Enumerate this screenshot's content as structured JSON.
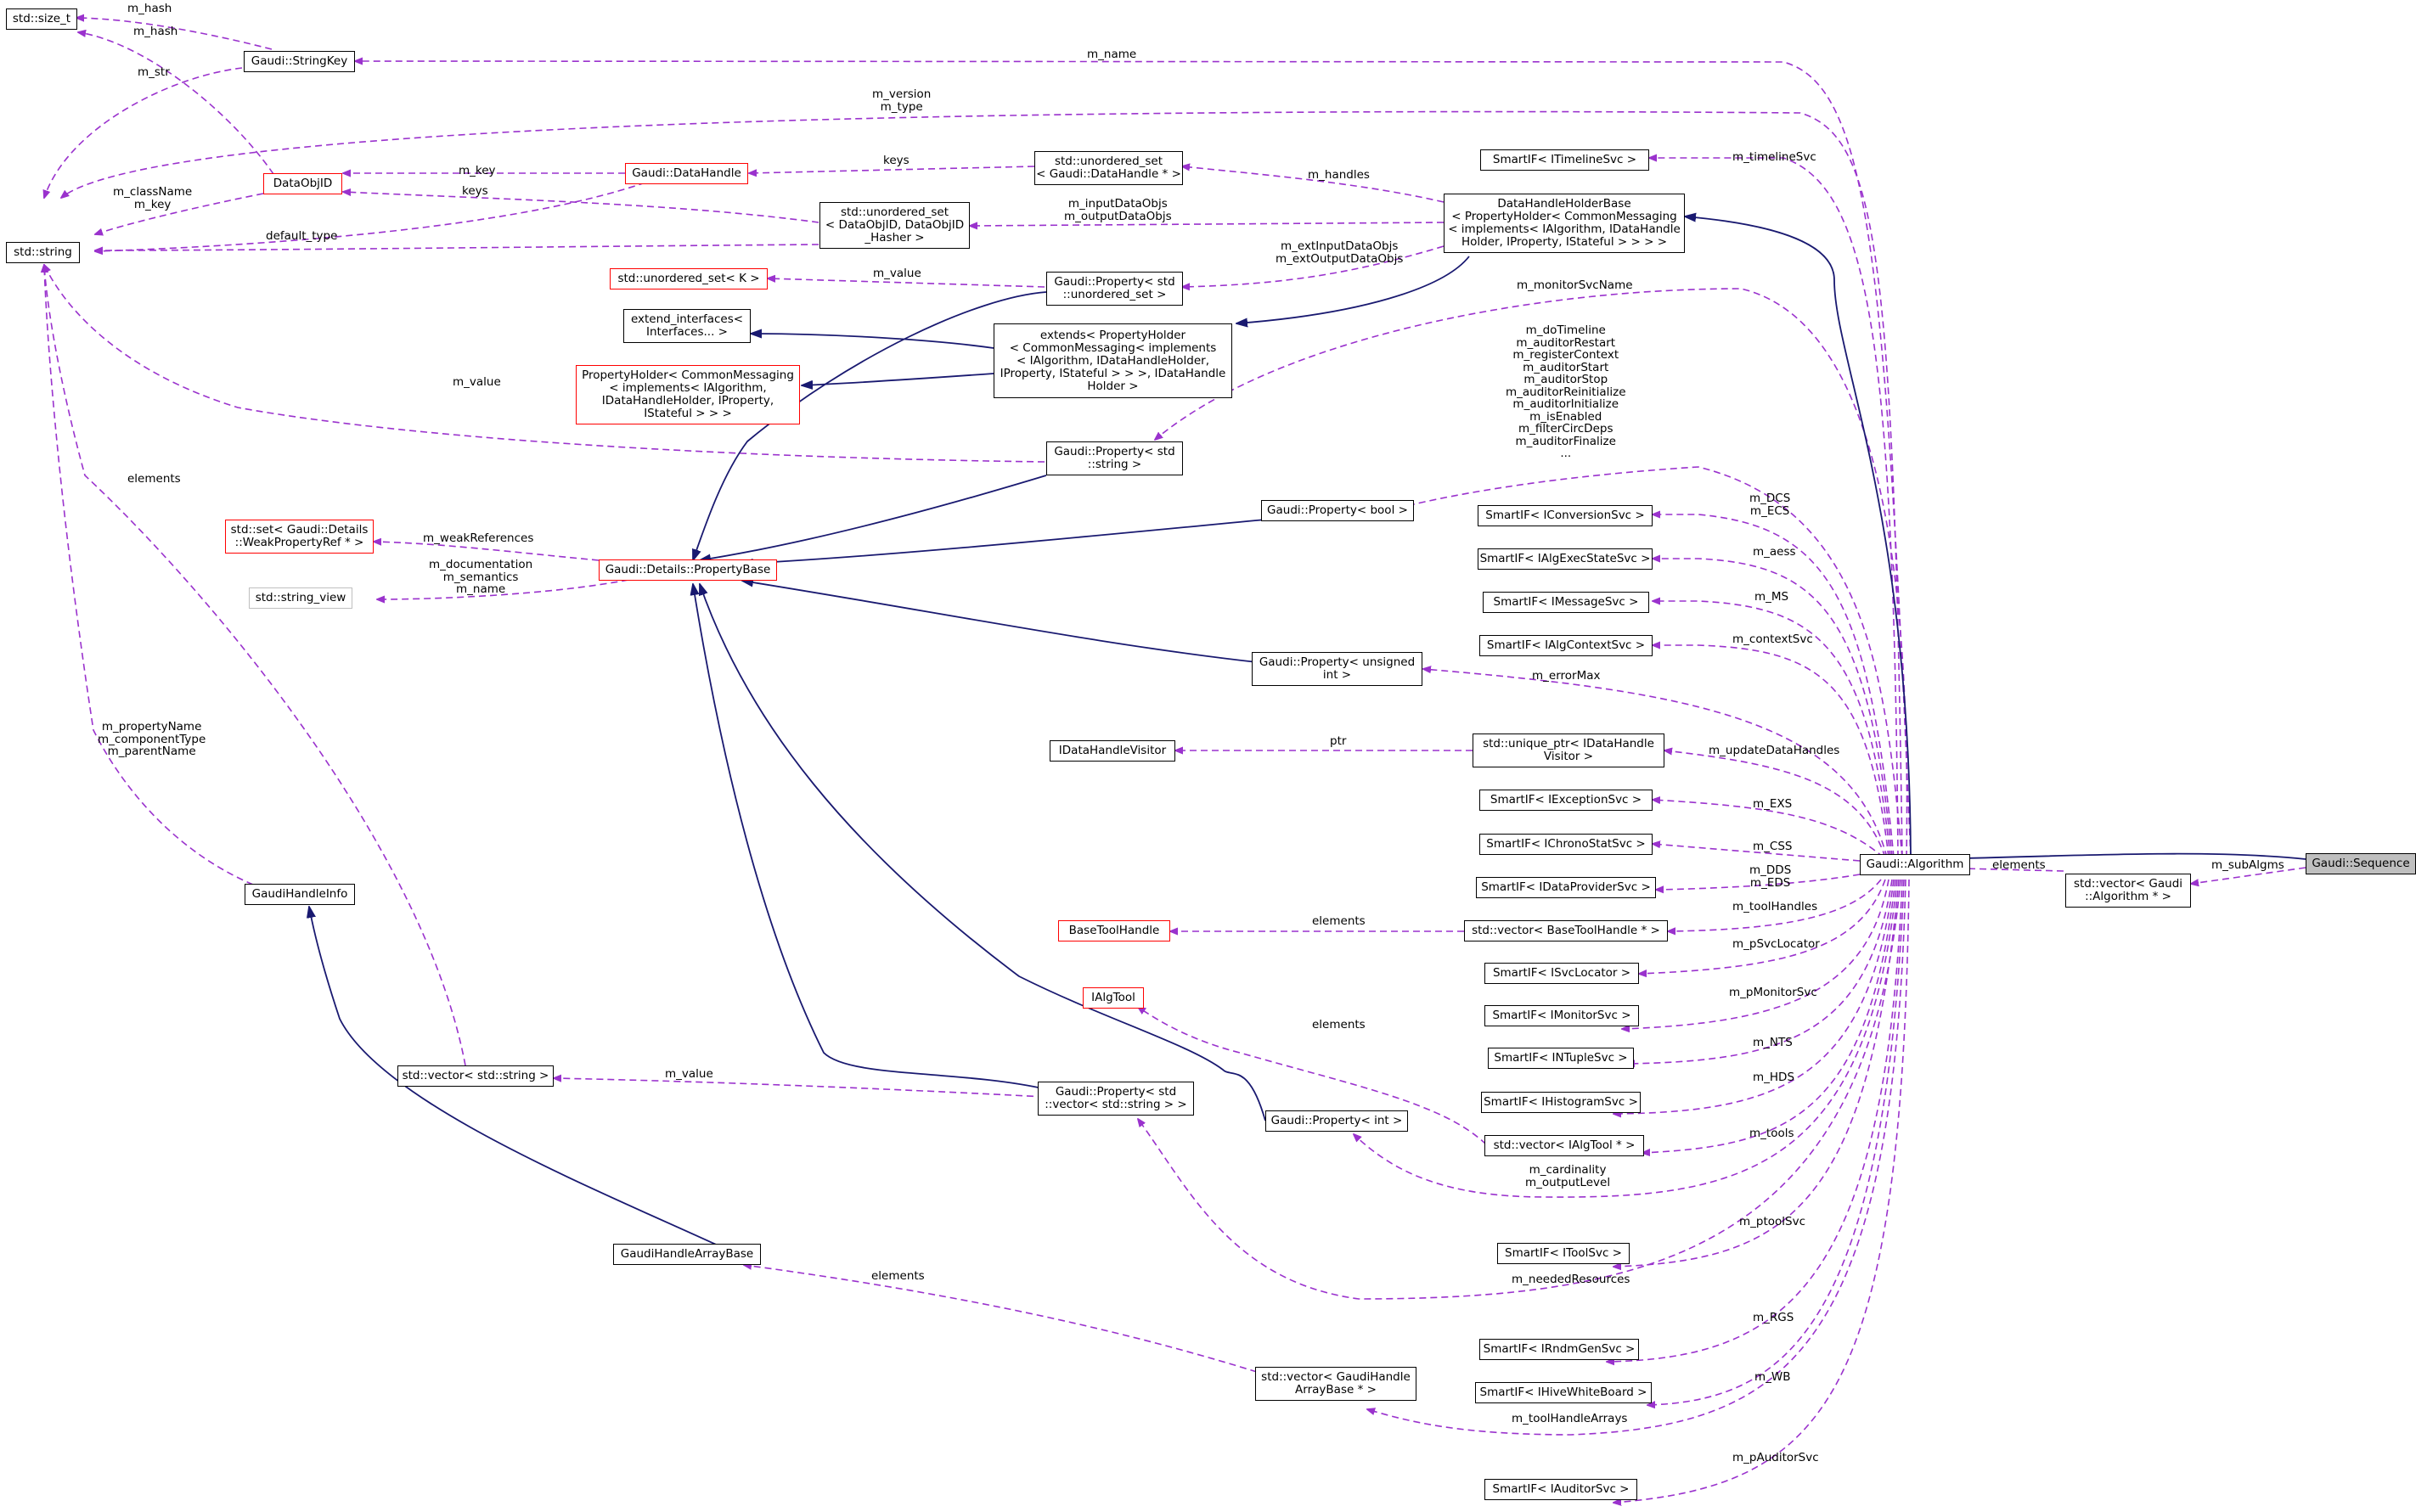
{
  "colors": {
    "inheritance_edge": "#191970",
    "usage_edge": "#9a32cd",
    "incomplete_border": "#ff0000",
    "highlight_fill": "#bfbfbf"
  },
  "nodes": {
    "size_t": "std::size_t",
    "stringkey": "Gaudi::StringKey",
    "string": "std::string",
    "dataobjid": "DataObjID",
    "datahandle": "Gaudi::DataHandle",
    "uset_dh": "std::unordered_set\n< Gaudi::DataHandle * >",
    "uset_id": "std::unordered_set\n< DataObjID, DataObjID\n_Hasher >",
    "smart_timeline": "SmartIF< ITimelineSvc >",
    "dhhb": "DataHandleHolderBase\n< PropertyHolder< CommonMessaging\n< implements< IAlgorithm, IDataHandle\nHolder, IProperty, IStateful > > > >",
    "uset_k": "std::unordered_set< K >",
    "prop_uset": "Gaudi::Property< std\n::unordered_set >",
    "extend_if": "extend_interfaces<\nInterfaces... >",
    "extends": "extends< PropertyHolder\n< CommonMessaging< implements\n< IAlgorithm, IDataHandleHolder,\nIProperty, IStateful > > >, IDataHandle\nHolder >",
    "propholder": "PropertyHolder< CommonMessaging\n< implements< IAlgorithm,\nIDataHandleHolder, IProperty,\nIStateful > > >",
    "prop_string": "Gaudi::Property< std\n::string >",
    "prop_bool": "Gaudi::Property< bool >",
    "set_weak": "std::set< Gaudi::Details\n::WeakPropertyRef * >",
    "propbase": "Gaudi::Details::PropertyBase",
    "string_view": "std::string_view",
    "smart_conv": "SmartIF< IConversionSvc >",
    "smart_aess": "SmartIF< IAlgExecStateSvc >",
    "smart_msg": "SmartIF< IMessageSvc >",
    "smart_ctx": "SmartIF< IAlgContextSvc >",
    "prop_uint": "Gaudi::Property< unsigned\nint >",
    "dh_visitor": "IDataHandleVisitor",
    "uptr_visitor": "std::unique_ptr< IDataHandle\nVisitor >",
    "smart_exc": "SmartIF< IExceptionSvc >",
    "smart_chrono": "SmartIF< IChronoStatSvc >",
    "gaudi_alg": "Gaudi::Algorithm",
    "vec_alg": "std::vector< Gaudi\n::Algorithm * >",
    "gaudi_seq": "Gaudi::Sequence",
    "smart_dp": "SmartIF< IDataProviderSvc >",
    "handleinfo": "GaudiHandleInfo",
    "btoolhandle": "BaseToolHandle",
    "vec_bth": "std::vector< BaseToolHandle * >",
    "smart_loc": "SmartIF< ISvcLocator >",
    "ialgtool": "IAlgTool",
    "smart_mon": "SmartIF< IMonitorSvc >",
    "smart_ntuple": "SmartIF< INTupleSvc >",
    "vec_string": "std::vector< std::string >",
    "prop_vec": "Gaudi::Property< std\n::vector< std::string > >",
    "smart_hist": "SmartIF< IHistogramSvc >",
    "prop_int": "Gaudi::Property< int >",
    "vec_algtool": "std::vector< IAlgTool * >",
    "handlearray": "GaudiHandleArrayBase",
    "smart_tool": "SmartIF< IToolSvc >",
    "smart_rnd": "SmartIF< IRndmGenSvc >",
    "smart_wb": "SmartIF< IHiveWhiteBoard >",
    "vec_gha": "std::vector< GaudiHandle\nArrayBase * >",
    "smart_aud": "SmartIF< IAuditorSvc >"
  },
  "edge_labels": {
    "m_hash_1": "m_hash",
    "m_hash_2": "m_hash",
    "m_str": "m_str",
    "m_name": "m_name",
    "m_version_type": "m_version\nm_type",
    "m_key": "m_key",
    "keys_1": "keys",
    "keys_2": "keys",
    "m_classname_key": "m_className\nm_key",
    "default_type": "default_type",
    "m_handles": "m_handles",
    "m_timelinesvc": "m_timelineSvc",
    "m_input_output": "m_inputDataObjs\nm_outputDataObjs",
    "m_ext": "m_extInputDataObjs\nm_extOutputDataObjs",
    "m_value_1": "m_value",
    "m_monitorsvcname": "m_monitorSvcName",
    "m_value_2": "m_value",
    "bool_props": "m_doTimeline\nm_auditorRestart\nm_registerContext\nm_auditorStart\nm_auditorStop\nm_auditorReinitialize\nm_auditorInitialize\nm_isEnabled\nm_filterCircDeps\nm_auditorFinalize\n...",
    "elements_1": "elements",
    "m_weakreferences": "m_weakReferences",
    "m_dcs_ecs": "m_DCS\nm_ECS",
    "m_doc_sem_name": "m_documentation\nm_semantics\nm_name",
    "m_aess": "m_aess",
    "m_ms": "m_MS",
    "m_contextsvc": "m_contextSvc",
    "m_errormax": "m_errorMax",
    "m_prop_comp_parent": "m_propertyName\nm_componentType\nm_parentName",
    "ptr": "ptr",
    "m_updatedatahandles": "m_updateDataHandles",
    "m_exs": "m_EXS",
    "m_css": "m_CSS",
    "elements_2": "elements",
    "m_subalgms": "m_subAlgms",
    "m_dds_eds": "m_DDS\nm_EDS",
    "elements_3": "elements",
    "m_toolhandles": "m_toolHandles",
    "m_psvclocator": "m_pSvcLocator",
    "m_pmonitorsvc": "m_pMonitorSvc",
    "elements_4": "elements",
    "m_nts": "m_NTS",
    "m_value_3": "m_value",
    "m_hds": "m_HDS",
    "m_tools": "m_tools",
    "m_card_output": "m_cardinality\nm_outputLevel",
    "m_ptoolsvc": "m_ptoolSvc",
    "elements_5": "elements",
    "m_neededresources": "m_neededResources",
    "m_rgs": "m_RGS",
    "m_wb": "m_WB",
    "m_toolhandlearrays": "m_toolHandleArrays",
    "m_pauditorsvc": "m_pAuditorSvc"
  }
}
